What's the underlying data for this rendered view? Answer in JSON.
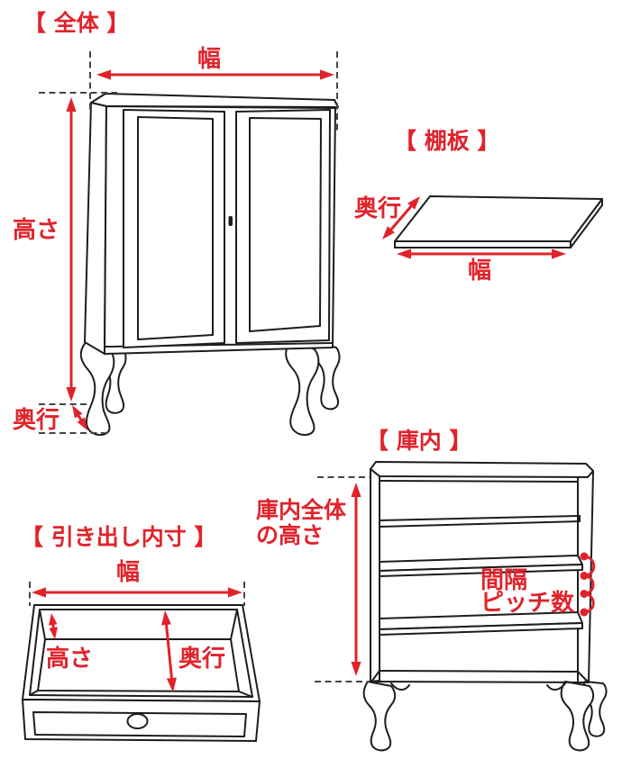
{
  "colors": {
    "accent": "#e0232b",
    "ink": "#1d1d1d",
    "guide": "#444444",
    "bg": "#ffffff"
  },
  "sections": {
    "overall": {
      "title": "【 全体 】",
      "width_label": "幅",
      "height_label": "高さ",
      "depth_label": "奥行"
    },
    "shelf_board": {
      "title": "【 棚板 】",
      "depth_label": "奥行",
      "width_label": "幅"
    },
    "drawer_inner": {
      "title": "【 引き出し内寸 】",
      "width_label": "幅",
      "height_label": "高さ",
      "depth_label": "奥行"
    },
    "interior": {
      "title": "【 庫内 】",
      "overall_height_label": "庫内全体\nの高さ",
      "spacing_label": "間隔",
      "pitch_count_label": "ピッチ数"
    }
  }
}
